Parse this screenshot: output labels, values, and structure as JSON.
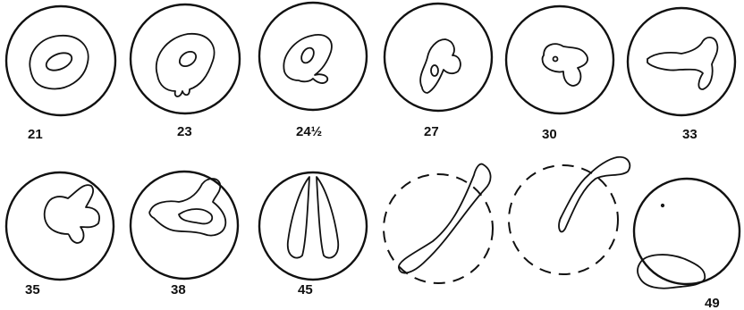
{
  "panels": [
    {
      "label": "21"
    },
    {
      "label": "23"
    },
    {
      "label": "24½"
    },
    {
      "label": "27"
    },
    {
      "label": "30"
    },
    {
      "label": "33"
    },
    {
      "label": "35"
    },
    {
      "label": "38"
    },
    {
      "label": "45"
    },
    {
      "label": ""
    },
    {
      "label": ""
    },
    {
      "label": "49"
    }
  ]
}
